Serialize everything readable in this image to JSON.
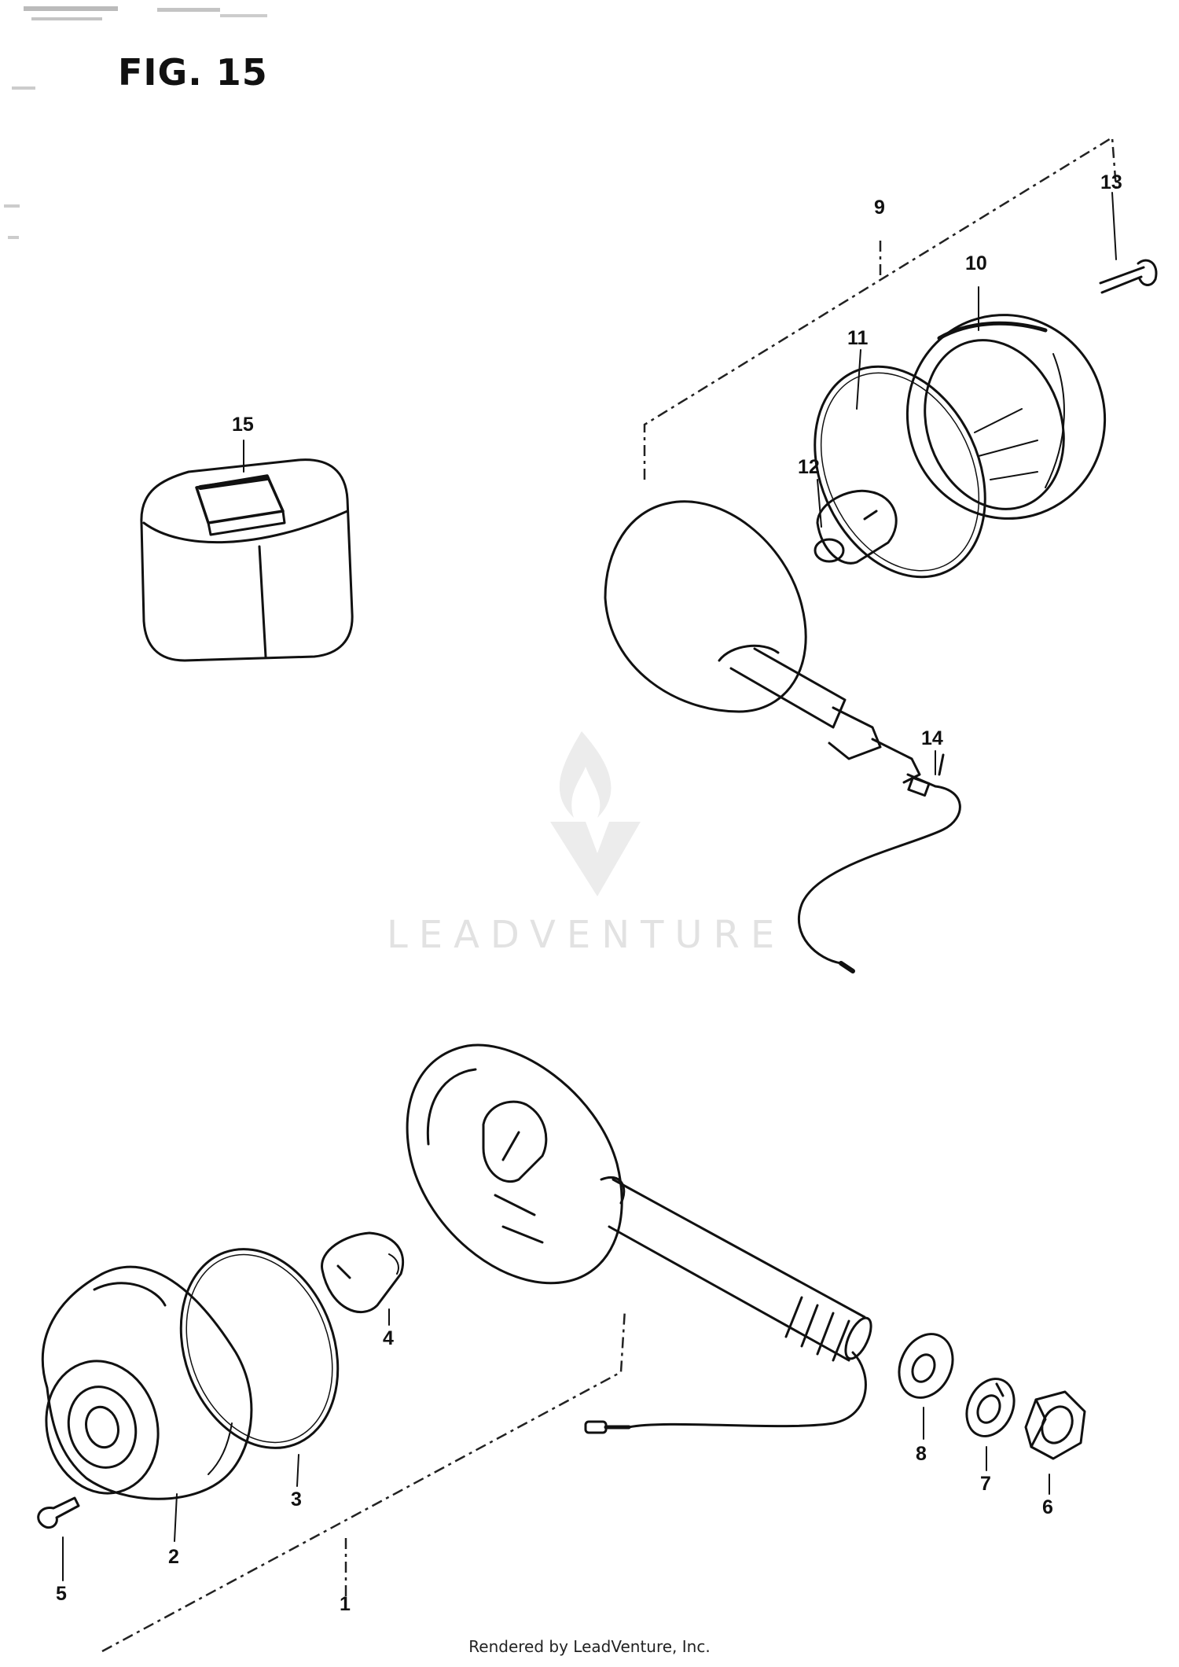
{
  "figure": {
    "title": "FIG. 15"
  },
  "callouts": [
    "1",
    "2",
    "3",
    "4",
    "5",
    "6",
    "7",
    "8",
    "9",
    "10",
    "11",
    "12",
    "13",
    "14",
    "15"
  ],
  "watermark": {
    "text": "LEADVENTURE"
  },
  "footer": {
    "text": "Rendered by LeadVenture, Inc."
  }
}
